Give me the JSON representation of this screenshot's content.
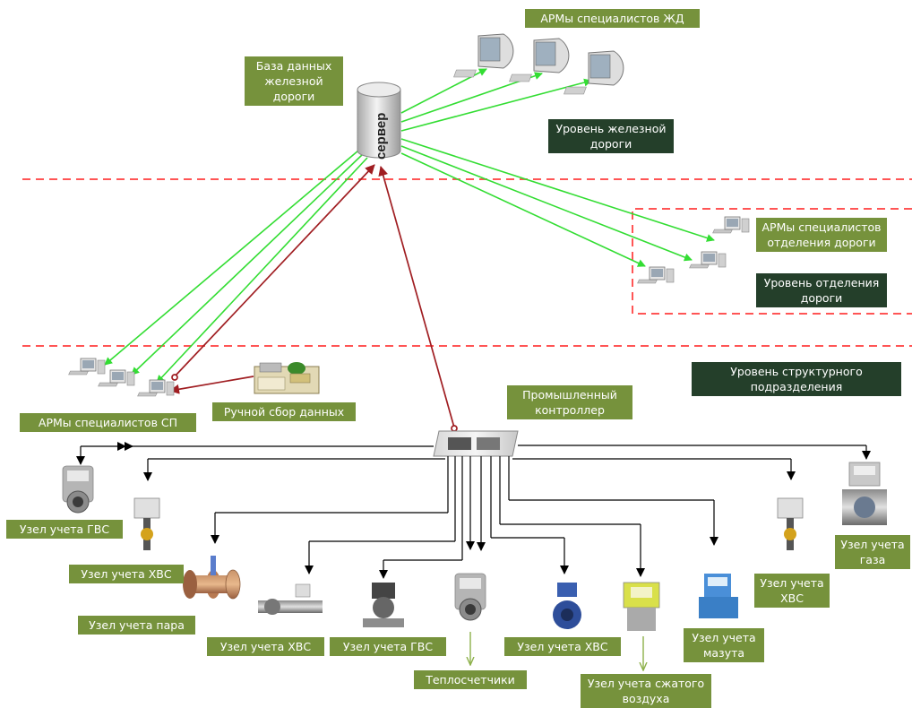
{
  "labels": {
    "arm_zhd": "АРМы специалистов ЖД",
    "db": "База данных железной дороги",
    "server_text": "сервер",
    "level_railway": "Уровень железной дороги",
    "arm_division": "АРМы специалистов отделения дороги",
    "level_division": "Уровень отделения дороги",
    "level_structural": "Уровень структурного подразделения",
    "arm_sp": "АРМы специалистов СП",
    "manual": "Ручной сбор данных",
    "controller": "Промышленный контроллер",
    "node_gvs_left": "Узел учета ГВС",
    "node_hvs_left": "Узел учета ХВС",
    "node_steam": "Узел учета пара",
    "node_hvs_2": "Узел учета ХВС",
    "node_gvs_2": "Узел учета ГВС",
    "heat_meters": "Теплосчетчики",
    "node_hvs_3": "Узел учета ХВС",
    "node_air": "Узел учета сжатого воздуха",
    "node_mazut": "Узел учета мазута",
    "node_hvs_right": "Узел учета ХВС",
    "node_gas": "Узел учета газа"
  },
  "colors": {
    "label_green": "#76923c",
    "label_dark": "#243f2a",
    "link_green": "#33dd33",
    "link_red": "#a01e22",
    "level_divider": "#ff5555",
    "bus_line": "#000000"
  }
}
